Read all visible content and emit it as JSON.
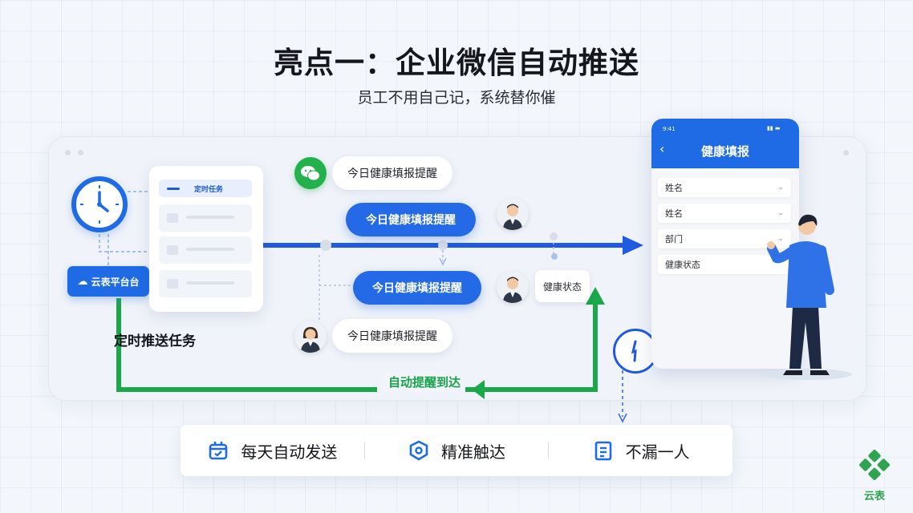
{
  "title": "亮点一：企业微信自动推送",
  "subtitle": "员工不用自己记，系统替你催",
  "left": {
    "platform_label": "云表平台台",
    "task_card_header": "定时任务",
    "task_label": "定时推送任务"
  },
  "messages": {
    "reminder_1": "今日健康填报提醒",
    "reminder_2": "今日健康填报提醒",
    "reminder_3": "今日健康填报提醒",
    "reminder_4": "今日健康填报提醒",
    "status_tag": "健康状态"
  },
  "flow": {
    "arrive_label": "自动提醒到达"
  },
  "phone": {
    "status_time": "9:41",
    "title": "健康填报",
    "fields": [
      "姓名",
      "姓名",
      "部门",
      "健康状态"
    ]
  },
  "features": [
    {
      "label": "每天自动发送",
      "icon": "calendar-check-icon"
    },
    {
      "label": "精准触达",
      "icon": "shield-target-icon"
    },
    {
      "label": "不漏一人",
      "icon": "checklist-icon"
    }
  ],
  "logo_text": "云表",
  "colors": {
    "primary_blue": "#1f6be6",
    "success_green": "#1aa84b",
    "wechat_green": "#22b14c"
  }
}
